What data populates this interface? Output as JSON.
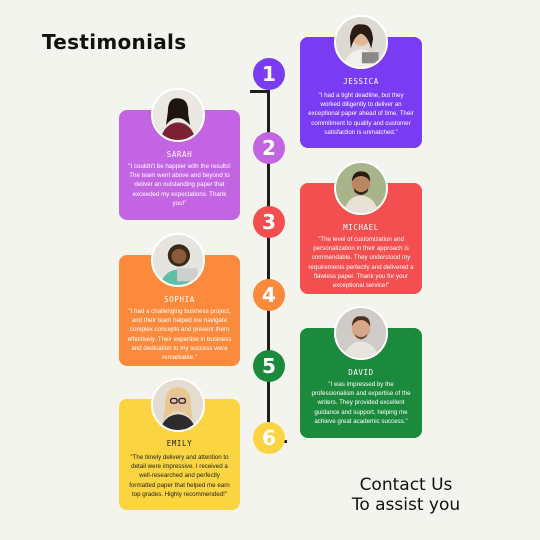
{
  "title": "Testimonials",
  "colors": {
    "purple": "#7a3cf2",
    "violet": "#c365e2",
    "red": "#f44f50",
    "orange": "#fb8a3c",
    "green": "#1c8a3d",
    "yellow": "#fad541"
  },
  "testimonials": [
    {
      "number": "1",
      "name": "JESSICA",
      "quote": "\"I had a tight deadline, but they worked diligently to deliver an exceptional paper ahead of time. Their commitment to quality and customer satisfaction is unmatched.\""
    },
    {
      "number": "2",
      "name": "SARAH",
      "quote": "\"I couldn't be happier with the results! The team went above and beyond to deliver an outstanding paper that exceeded my expectations. Thank you!\""
    },
    {
      "number": "3",
      "name": "MICHAEL",
      "quote": "\"The level of customization and personalization in their approach is commendable. They understood my requirements perfectly and delivered a flawless paper. Thank you for your exceptional service!\""
    },
    {
      "number": "4",
      "name": "SOPHIA",
      "quote": "\"I had a challenging business project, and their team helped me navigate complex concepts and present them effectively. Their expertise in business and dedication to my success were remarkable.\""
    },
    {
      "number": "5",
      "name": "DAVID",
      "quote": "\"I was impressed by the professionalism and expertise of the writers. They provided excellent guidance and support, helping me achieve great academic success.\""
    },
    {
      "number": "6",
      "name": "EMILY",
      "quote": "\"The timely delivery and attention to detail were impressive. I received a well-researched and perfectly formatted paper that helped me earn top grades. Highly recommended!\""
    }
  ],
  "contact": {
    "line1": "Contact Us",
    "line2": "To assist you"
  }
}
